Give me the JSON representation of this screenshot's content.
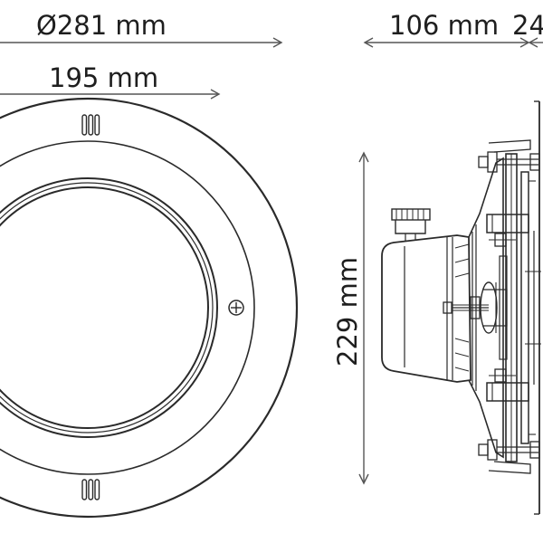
{
  "dimensions": {
    "diameter": "Ø281 mm",
    "inner_diameter": "195 mm",
    "depth": "106 mm",
    "flange": "24",
    "height": "229 mm"
  },
  "colors": {
    "line": "#2a2a2a",
    "dimension_line": "#555555",
    "text": "#1e1e1e",
    "background": "#ffffff"
  }
}
